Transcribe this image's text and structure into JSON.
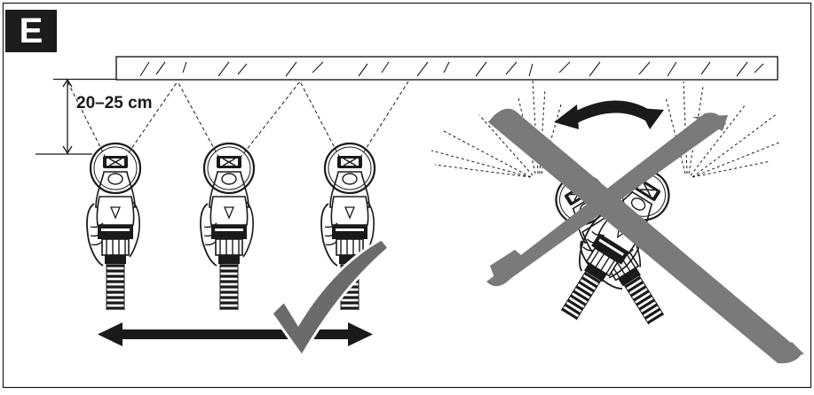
{
  "figure": {
    "badge_letter": "E",
    "distance_label": "20–25 cm",
    "colors": {
      "ink": "#1a1a1a",
      "badge": "#1c1c1c",
      "checkmark": "#6b6b6b",
      "cross": "#7a7a7a",
      "glass": "#ffffff"
    },
    "icons": [
      "ceiling",
      "distance-bracket",
      "spray-cone",
      "hand-held-sander",
      "double-headed-arrow",
      "checkmark",
      "curved-tilt-arrow",
      "cross-out"
    ]
  }
}
